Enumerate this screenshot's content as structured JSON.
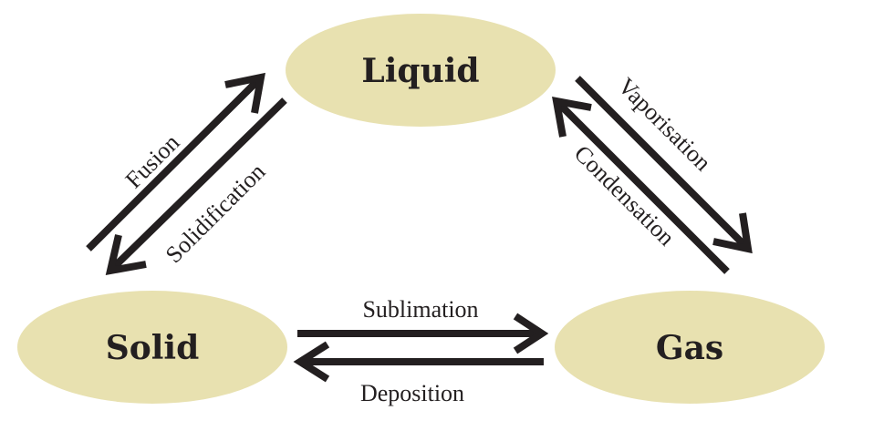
{
  "title": "Interconversion of states of matter",
  "colors": {
    "ellipse_fill": "#E8E1B0",
    "ink": "#231F20",
    "background": "#FFFFFF"
  },
  "states": {
    "liquid": "Liquid",
    "solid": "Solid",
    "gas": "Gas"
  },
  "processes": {
    "fusion": {
      "label": "Fusion",
      "from": "Solid",
      "to": "Liquid"
    },
    "solidification": {
      "label": "Solidification",
      "from": "Liquid",
      "to": "Solid"
    },
    "vaporisation": {
      "label": "Vaporisation",
      "from": "Liquid",
      "to": "Gas"
    },
    "condensation": {
      "label": "Condensation",
      "from": "Gas",
      "to": "Liquid"
    },
    "sublimation": {
      "label": "Sublimation",
      "from": "Solid",
      "to": "Gas"
    },
    "deposition": {
      "label": "Deposition",
      "from": "Gas",
      "to": "Solid"
    }
  }
}
